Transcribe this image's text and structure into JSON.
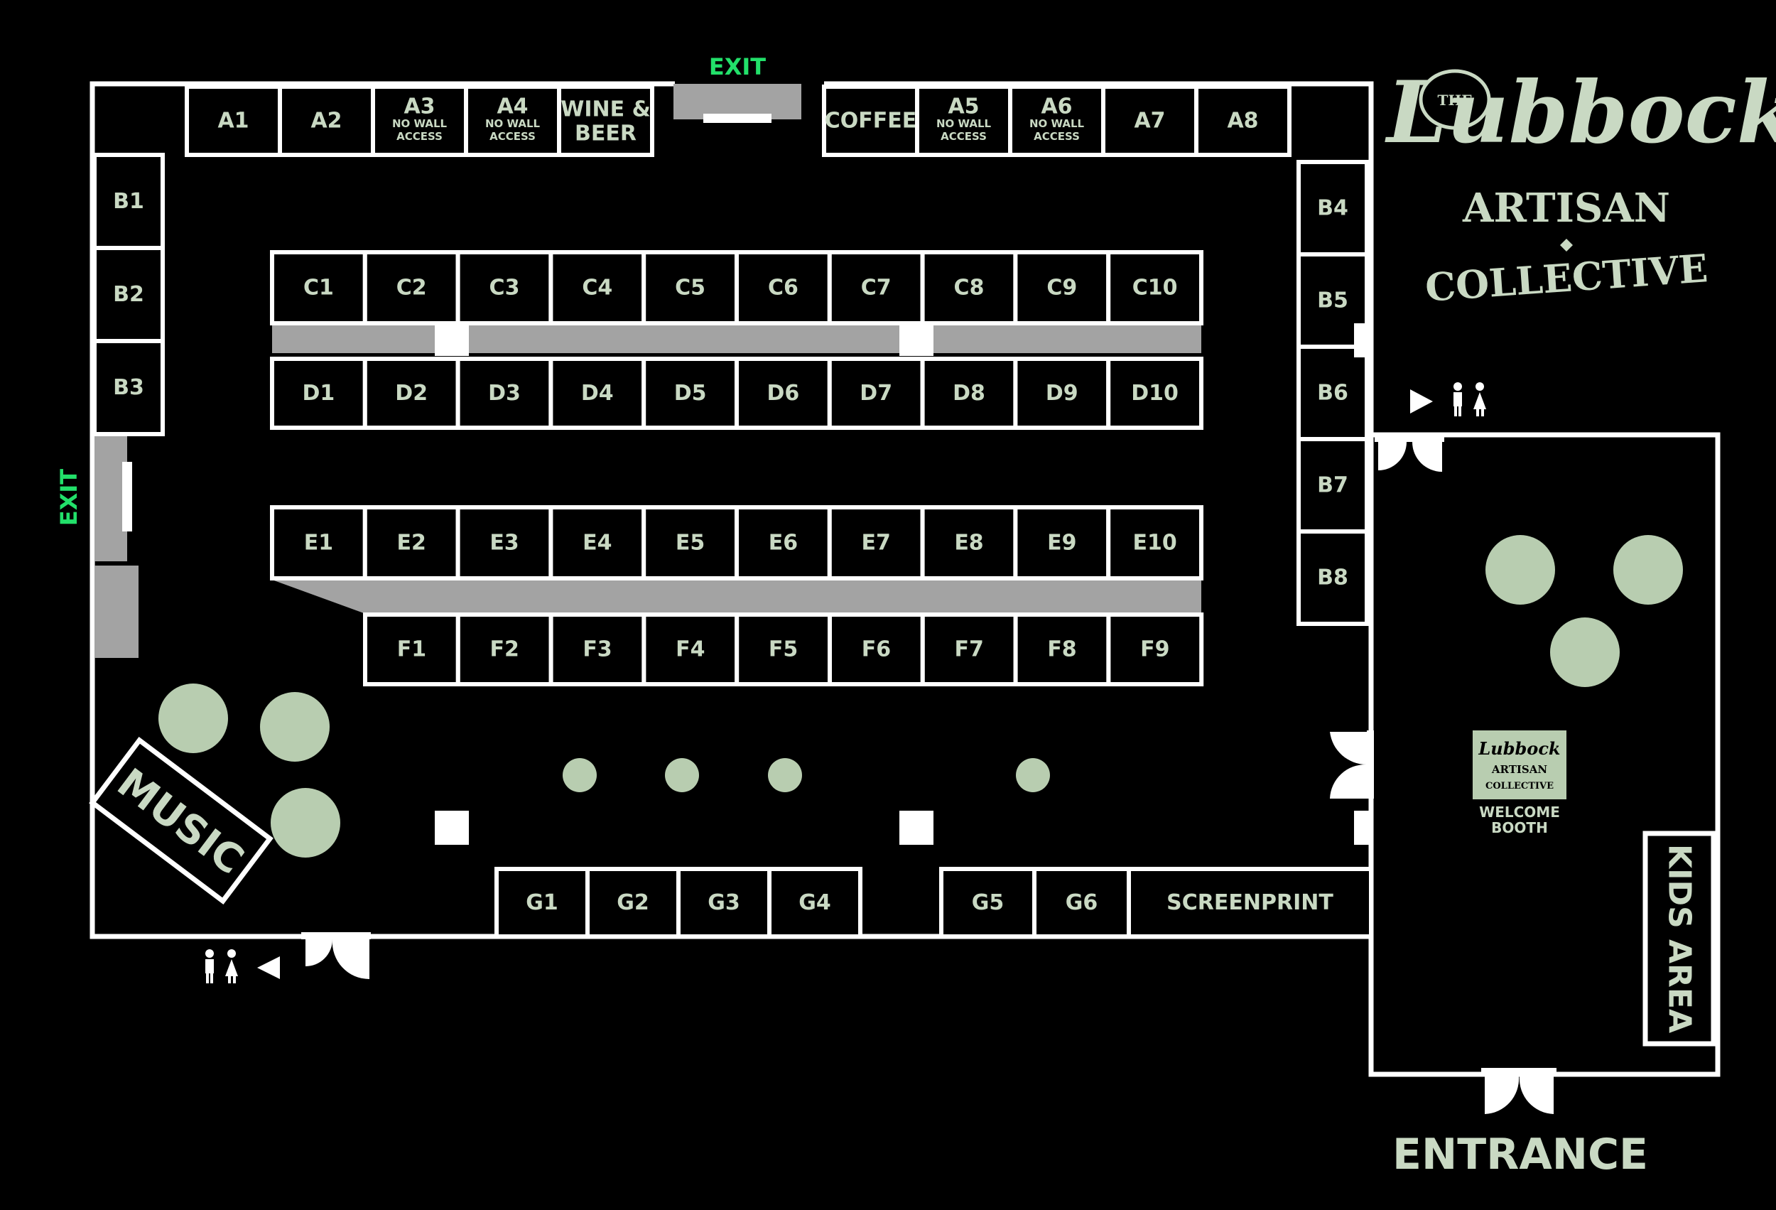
{
  "exits": {
    "top": "EXIT",
    "left": "EXIT"
  },
  "rows": {
    "a": [
      {
        "id": "A1",
        "sub": ""
      },
      {
        "id": "A2",
        "sub": ""
      },
      {
        "id": "A3",
        "sub": "NO WALL ACCESS"
      },
      {
        "id": "A4",
        "sub": "NO WALL ACCESS"
      },
      {
        "id": "WINE & BEER",
        "sub": ""
      }
    ],
    "a_right": [
      {
        "id": "COFFEE",
        "sub": ""
      },
      {
        "id": "A5",
        "sub": "NO WALL ACCESS"
      },
      {
        "id": "A6",
        "sub": "NO WALL ACCESS"
      },
      {
        "id": "A7",
        "sub": ""
      },
      {
        "id": "A8",
        "sub": ""
      }
    ],
    "b_left": [
      "B1",
      "B2",
      "B3"
    ],
    "b_right": [
      "B4",
      "B5",
      "B6",
      "B7",
      "B8"
    ],
    "c": [
      "C1",
      "C2",
      "C3",
      "C4",
      "C5",
      "C6",
      "C7",
      "C8",
      "C9",
      "C10"
    ],
    "d": [
      "D1",
      "D2",
      "D3",
      "D4",
      "D5",
      "D6",
      "D7",
      "D8",
      "D9",
      "D10"
    ],
    "e": [
      "E1",
      "E2",
      "E3",
      "E4",
      "E5",
      "E6",
      "E7",
      "E8",
      "E9",
      "E10"
    ],
    "f": [
      "F1",
      "F2",
      "F3",
      "F4",
      "F5",
      "F6",
      "F7",
      "F8",
      "F9"
    ],
    "g_left": [
      "G1",
      "G2",
      "G3",
      "G4"
    ],
    "g_right": [
      "G5",
      "G6",
      "SCREENPRINT"
    ]
  },
  "areas": {
    "music": "MUSIC",
    "kids": "KIDS AREA",
    "welcome": "WELCOME BOOTH",
    "entrance": "ENTRANCE"
  },
  "logo": {
    "the": "THE",
    "name": "Lubbock",
    "line2": "ARTISAN",
    "line3": "COLLECTIVE"
  },
  "icons": {
    "restroom": "restroom-icon",
    "arrow": "arrow-icon"
  },
  "colors": {
    "background": "#000000",
    "walls": "#ffffff",
    "labels": "#c9d9c3",
    "tables": "#b8cdb0",
    "exit": "#22e06a",
    "aisle": "#a3a3a3"
  }
}
